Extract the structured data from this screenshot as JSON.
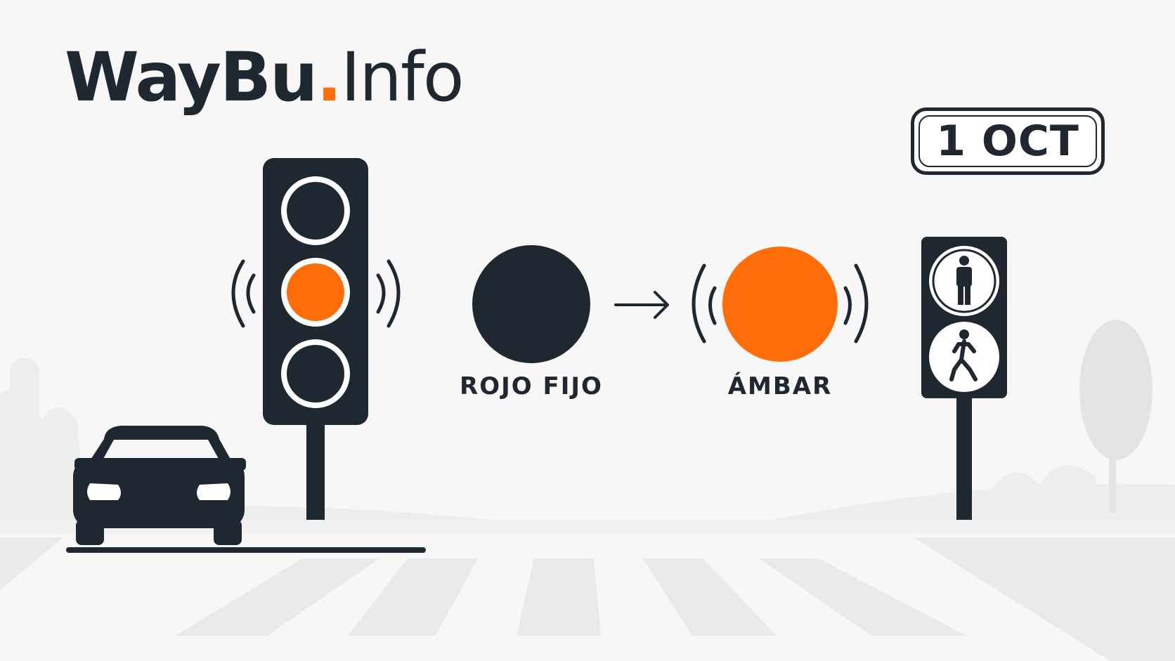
{
  "brand": {
    "part1": "WayBu",
    "dot": ".",
    "part2": "Info"
  },
  "date_badge": "1 OCT",
  "transition": {
    "from_label": "ROJO FIJO",
    "to_label": "ÁMBAR"
  },
  "colors": {
    "dark": "#1f2730",
    "orange": "#ff6d0a",
    "background": "#f7f7f8",
    "scenery": "#e9eaec"
  },
  "icons": [
    "traffic-light-icon",
    "car-icon",
    "pedestrian-light-icon",
    "arrow-right-icon",
    "blink-waves-icon",
    "tree-icon"
  ]
}
